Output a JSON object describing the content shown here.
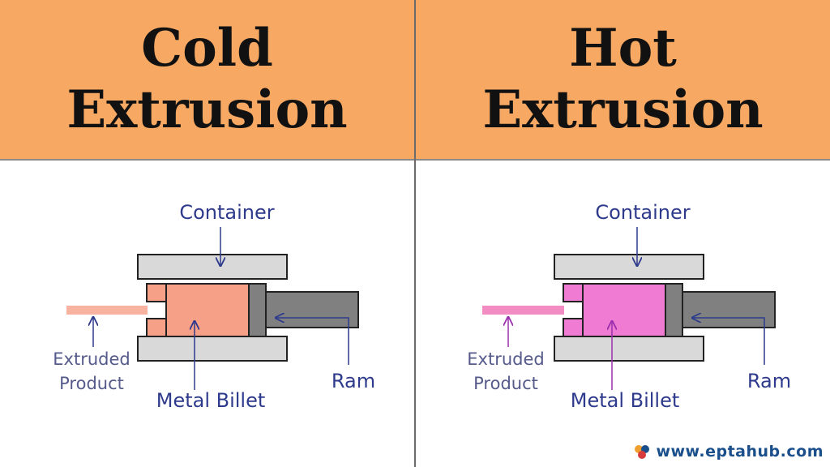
{
  "colors": {
    "header_bg": "#f7a863",
    "label_blue": "#2e3a8c",
    "container_fill": "#d9d9d9",
    "ram_fill": "#808080",
    "cold_billet": "#f6a088",
    "cold_product": "#f7b39f",
    "hot_billet": "#f07bd2",
    "hot_product": "#f48cc4"
  },
  "panels": [
    {
      "title_line1": "Cold",
      "title_line2": "Extrusion",
      "labels": {
        "container": "Container",
        "extruded_line1": "Extruded",
        "extruded_line2": "Product",
        "billet": "Metal Billet",
        "ram": "Ram"
      }
    },
    {
      "title_line1": "Hot",
      "title_line2": "Extrusion",
      "labels": {
        "container": "Container",
        "extruded_line1": "Extruded",
        "extruded_line2": "Product",
        "billet": "Metal Billet",
        "ram": "Ram"
      }
    }
  ],
  "watermark": {
    "icon": "eptahub-logo-icon",
    "text": "www.eptahub.com"
  }
}
